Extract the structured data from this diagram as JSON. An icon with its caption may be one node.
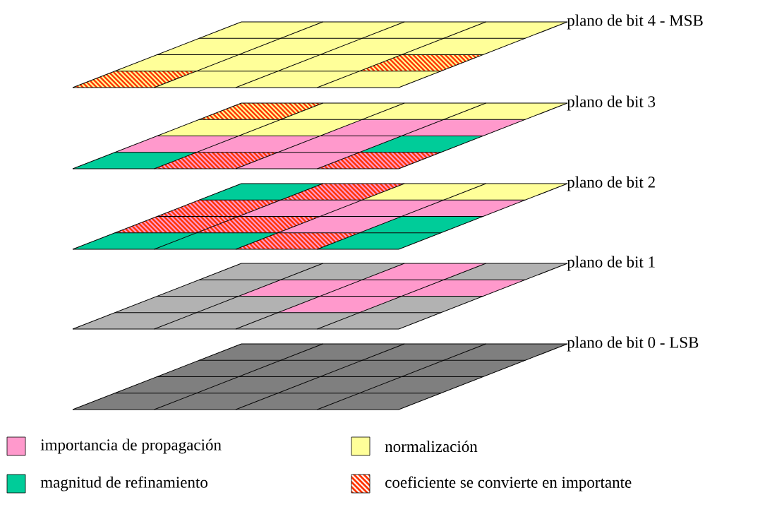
{
  "diagram": {
    "labels": [
      "plano de bit 4 - MSB",
      "plano de bit 3",
      "plano de bit 2",
      "plano de bit 1",
      "plano de bit 0 - LSB"
    ],
    "legend": [
      {
        "text": "importancia de propagación",
        "color": "#ff99cc"
      },
      {
        "text": "normalización",
        "color": "#ffff99"
      },
      {
        "text": "magnitud de refinamiento",
        "color": "#00cc99"
      },
      {
        "text": "coeficiente se convierte en importante"
      }
    ]
  }
}
